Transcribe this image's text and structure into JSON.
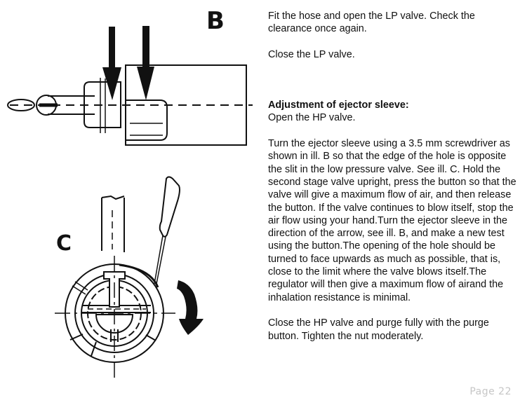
{
  "illustrations": {
    "b_label": "B",
    "c_label": "C"
  },
  "text": {
    "para1": "Fit the hose and open the LP valve. Check the clearance once again.",
    "para2": "Close the LP valve.",
    "section_heading": "Adjustment of ejector sleeve:",
    "para3": "Open the HP valve.",
    "para4": "Turn the ejector sleeve using a 3.5 mm screwdriver as shown in ill. B so that the edge of the hole is opposite the slit in the low pressure valve. See ill. C. Hold the second stage valve upright, press the button so that the valve will give a maximum flow of air, and then release the button. If the valve continues to blow itself, stop the air flow using your hand.Turn the ejector sleeve in the direction of the arrow, see ill. B, and make a new test using the button.The opening of the hole should be turned to face upwards as much as possible, that is, close to the limit where the valve blows itself.The regulator will then give a maximum flow of airand the inhalation resistance is minimal.",
    "para5": "Close the HP valve and purge fully with the purge button. Tighten the nut moderately."
  },
  "footer": {
    "page_label": "Page  22"
  }
}
